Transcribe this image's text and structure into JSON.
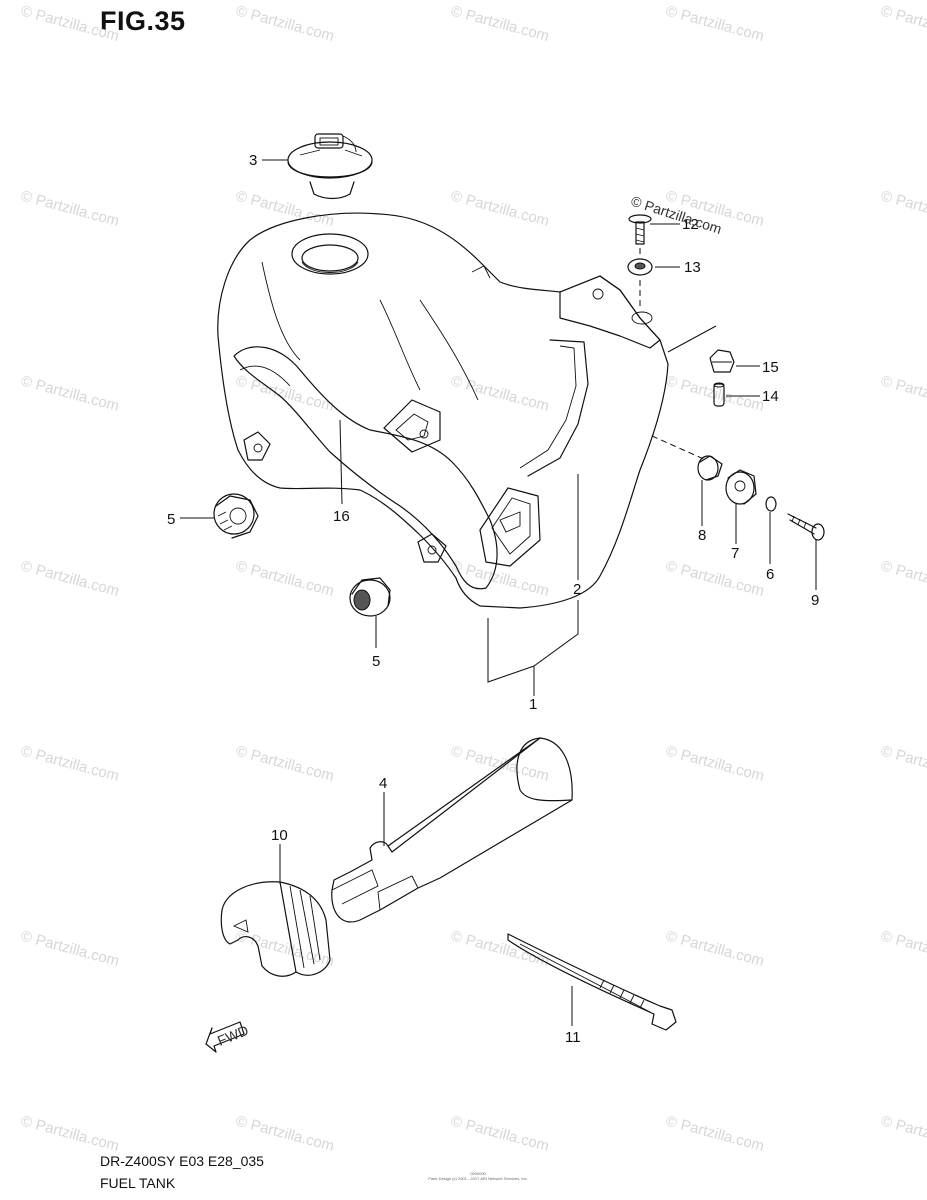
{
  "figure_title": "FIG.35",
  "watermark_text": "© Partzilla.com",
  "stamp_text": "© Partzilla.com",
  "model_code": "DR-Z400SY E03 E28_035",
  "section_name": "FUEL TANK",
  "fwd_label": "FWD",
  "fine_print_id": "0000000",
  "fine_print": "Parts Design (c) 2001 - 2017 ARI Network Services, Inc.",
  "callouts": {
    "c1": "1",
    "c2": "2",
    "c3": "3",
    "c4": "4",
    "c5a": "5",
    "c5b": "5",
    "c6": "6",
    "c7": "7",
    "c8": "8",
    "c9": "9",
    "c10": "10",
    "c11": "11",
    "c12": "12",
    "c13": "13",
    "c14": "14",
    "c15": "15",
    "c16": "16"
  },
  "colors": {
    "line": "#111111",
    "watermark": "#d6d6d6",
    "background": "#ffffff"
  }
}
